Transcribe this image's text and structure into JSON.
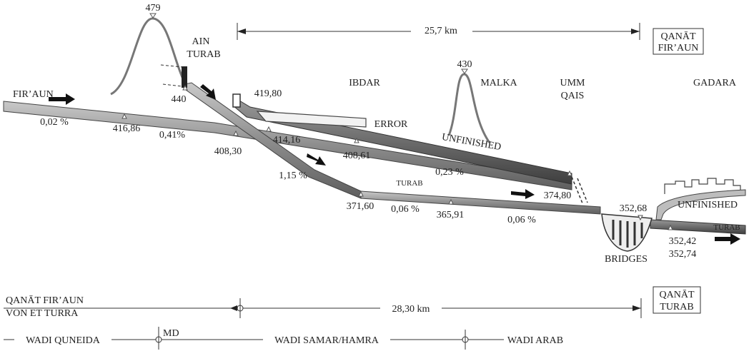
{
  "places": {
    "ain_turab_1": "AIN",
    "ain_turab_2": "TURAB",
    "ibdar": "IBDAR",
    "malka": "MALKA",
    "umm_qais_1": "UMM",
    "umm_qais_2": "QAIS",
    "gadara": "GADARA",
    "firaun": "FIR’AUN",
    "error": "ERROR",
    "unfinished_1": "UNFINISHED",
    "unfinished_2": "UNFINISHED",
    "turab_channel": "TURAB",
    "turab_right": "TURAB",
    "bridges": "BRIDGES"
  },
  "elevations": {
    "peak_ain": "479",
    "ain_base": "440",
    "peak_malka": "430",
    "e41980": "419,80",
    "e41686": "416,86",
    "e41416": "414,16",
    "e40830": "408,30",
    "e40861": "408,61",
    "e37480": "374,80",
    "e37160": "371,60",
    "e36591": "365,91",
    "e35268": "352,68",
    "e35242": "352,42",
    "e35274": "352,74"
  },
  "gradients": {
    "g002": "0,02 %",
    "g041": "0,41%",
    "g115": "1,15 %",
    "g023": "0,23 %",
    "g006a": "0,06 %",
    "g006b": "0,06 %"
  },
  "distances": {
    "top": "25,7 km",
    "bottom": "28,30 km"
  },
  "boxes": {
    "top_1": "QANĀT",
    "top_2": "FIR’AUN",
    "bottom_1": "QANĀT",
    "bottom_2": "TURAB"
  },
  "bottom": {
    "left_1": "QANĀT FIR’AUN",
    "left_2": "VON ET TURRA",
    "wadi_quneida": "WADI QUNEIDA",
    "md": "MD",
    "wadi_samar": "WADI SAMAR/HAMRA",
    "wadi_arab": "WADI ARAB"
  }
}
